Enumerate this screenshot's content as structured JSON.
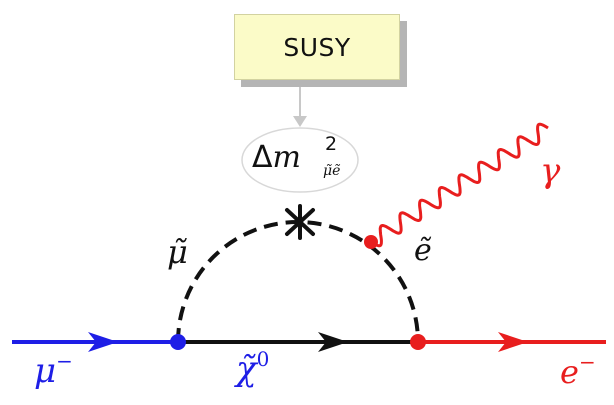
{
  "box": {
    "text": "SUSY"
  },
  "insertion": {
    "delta": "Δ",
    "m": "m",
    "sup": "2",
    "sub": "μ̃ẽ"
  },
  "labels": {
    "smuon": "μ̃",
    "selectron": "ẽ",
    "photon": "γ",
    "muon": "μ",
    "muon_charge": "−",
    "neutralino": "χ̃",
    "neutralino_charge": "0",
    "electron": "e",
    "electron_charge": "−"
  },
  "colors": {
    "muon_line": "#1e1ee6",
    "electron_line": "#e81e1e",
    "photon": "#e81e1e",
    "neutralino_line": "#111111",
    "box_fill": "#fbfbc8",
    "box_shadow": "#b5b5b5"
  }
}
